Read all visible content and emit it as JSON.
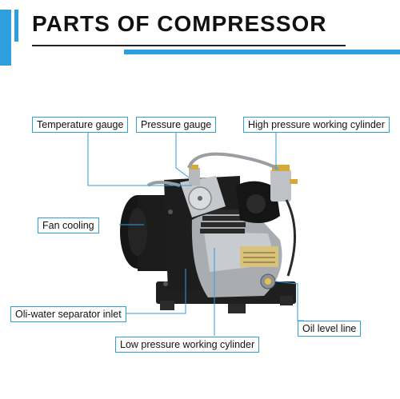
{
  "title": "PARTS OF COMPRESSOR",
  "labels": {
    "temperature_gauge": "Temperature gauge",
    "pressure_gauge": "Pressure gauge",
    "high_pressure_cylinder": "High pressure working cylinder",
    "fan_cooling": "Fan cooling",
    "oil_water_separator_inlet": "Oli-water separator inlet",
    "oil_level_line": "Oil level line",
    "low_pressure_cylinder": "Low pressure working cylinder"
  },
  "colors": {
    "accent": "#2e9fde",
    "frame": "#1a1a1a",
    "metal": "#b9bcc0"
  }
}
